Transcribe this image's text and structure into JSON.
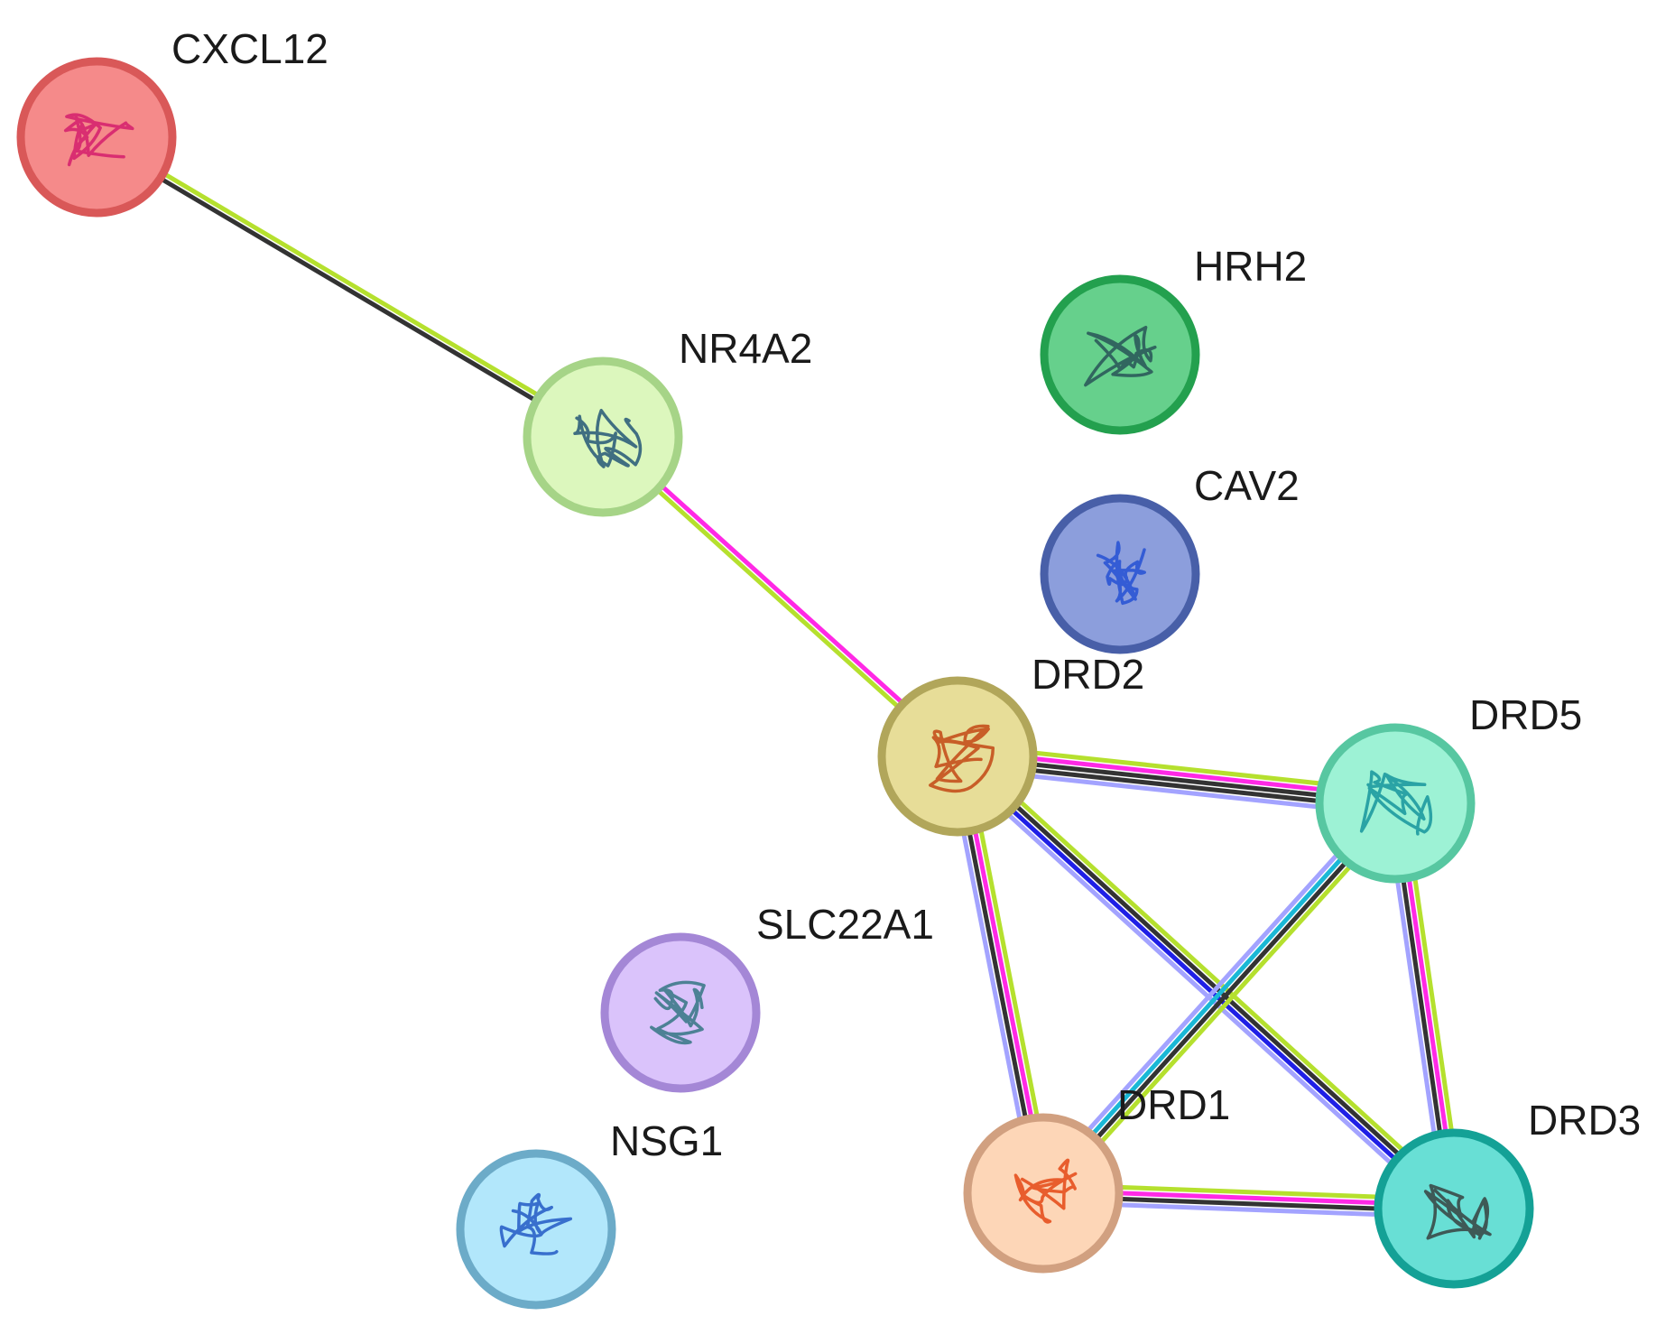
{
  "network": {
    "nodes": [
      {
        "id": "CXCL12",
        "label": "CXCL12",
        "fill": "#f58a8a",
        "ring": "#d95858",
        "structure": "#d6246e"
      },
      {
        "id": "NR4A2",
        "label": "NR4A2",
        "fill": "#dcf7bd",
        "ring": "#a6d487",
        "structure": "#2f5f7a"
      },
      {
        "id": "HRH2",
        "label": "HRH2",
        "fill": "#66d08c",
        "ring": "#23a04e",
        "structure": "#2b5a5a"
      },
      {
        "id": "CAV2",
        "label": "CAV2",
        "fill": "#8c9edc",
        "ring": "#485fa8",
        "structure": "#2a54d4"
      },
      {
        "id": "DRD2",
        "label": "DRD2",
        "fill": "#e7dd98",
        "ring": "#b1a65a",
        "structure": "#c4501c"
      },
      {
        "id": "DRD5",
        "label": "DRD5",
        "fill": "#9df2d5",
        "ring": "#57c7a1",
        "structure": "#1e9aa0"
      },
      {
        "id": "SLC22A1",
        "label": "SLC22A1",
        "fill": "#dac3fb",
        "ring": "#a487d6",
        "structure": "#3d7a8a"
      },
      {
        "id": "NSG1",
        "label": "NSG1",
        "fill": "#b2e7fb",
        "ring": "#6cabc8",
        "structure": "#2a62c8"
      },
      {
        "id": "DRD1",
        "label": "DRD1",
        "fill": "#fdd6b7",
        "ring": "#d1a080",
        "structure": "#e5501e"
      },
      {
        "id": "DRD3",
        "label": "DRD3",
        "fill": "#68dfd5",
        "ring": "#14a196",
        "structure": "#3a4a48"
      }
    ],
    "edges": [
      {
        "source": "CXCL12",
        "target": "NR4A2",
        "evidence_colors": [
          "#b5e02e",
          "#333333"
        ]
      },
      {
        "source": "NR4A2",
        "target": "DRD2",
        "evidence_colors": [
          "#ff29e5",
          "#b5e02e"
        ]
      },
      {
        "source": "DRD2",
        "target": "DRD5",
        "evidence_colors": [
          "#b5e02e",
          "#ff29e5",
          "#333333",
          "#333333",
          "#a3a3ff"
        ]
      },
      {
        "source": "DRD2",
        "target": "DRD1",
        "evidence_colors": [
          "#b5e02e",
          "#ff29e5",
          "#333333",
          "#a3a3ff"
        ]
      },
      {
        "source": "DRD2",
        "target": "DRD3",
        "evidence_colors": [
          "#b5e02e",
          "#333333",
          "#1f1fe6",
          "#a3a3ff"
        ]
      },
      {
        "source": "DRD5",
        "target": "DRD1",
        "evidence_colors": [
          "#b5e02e",
          "#333333",
          "#1ab8d6",
          "#a3a3ff"
        ]
      },
      {
        "source": "DRD5",
        "target": "DRD3",
        "evidence_colors": [
          "#b5e02e",
          "#ff29e5",
          "#333333",
          "#a3a3ff"
        ]
      },
      {
        "source": "DRD1",
        "target": "DRD3",
        "evidence_colors": [
          "#b5e02e",
          "#ff29e5",
          "#333333",
          "#a3a3ff"
        ]
      }
    ]
  }
}
